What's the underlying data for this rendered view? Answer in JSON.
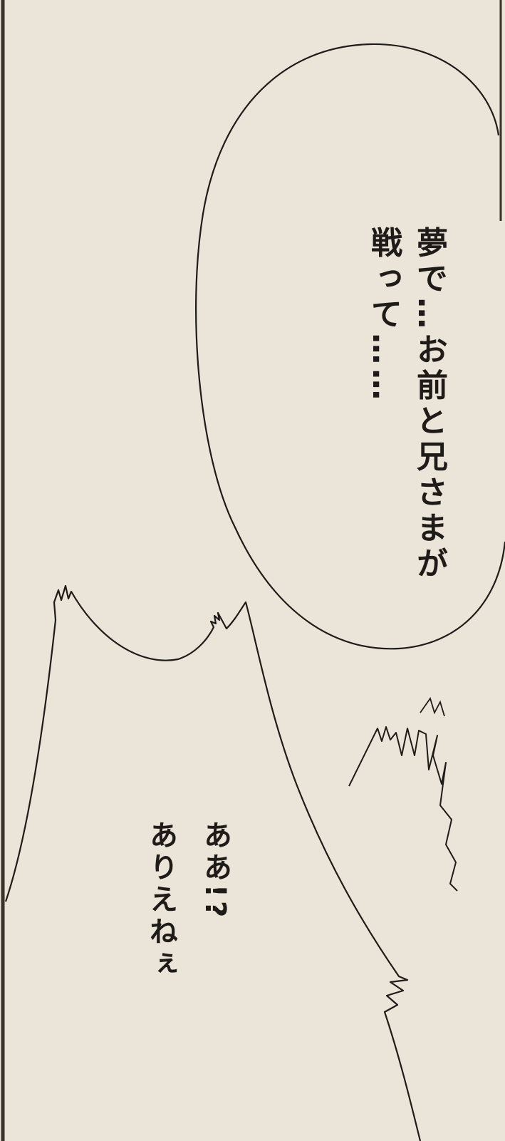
{
  "panel": {
    "paper_color": "#ebe5d9",
    "ink_color": "#1e1b18"
  },
  "speech_bubble": {
    "lines": [
      "夢で…お前と兄さまが",
      "戦って……"
    ]
  },
  "shout_bubble": {
    "lines": [
      "ああ!?",
      "ありえねぇ"
    ]
  },
  "sound_effect": {
    "kind": "scribble-burst"
  }
}
